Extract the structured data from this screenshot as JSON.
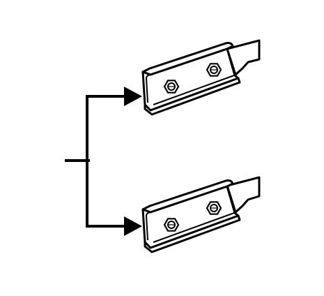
{
  "diagram": {
    "kind": "line-drawing",
    "stroke_color": "#000000",
    "fill_color": "#ffffff",
    "branch_arrows": [
      {
        "target": "upper-clamp-bracket"
      },
      {
        "target": "lower-clamp-bracket"
      }
    ],
    "parts": [
      {
        "id": "upper-clamp-bracket",
        "bolts": 2
      },
      {
        "id": "lower-clamp-bracket",
        "bolts": 2
      }
    ]
  }
}
